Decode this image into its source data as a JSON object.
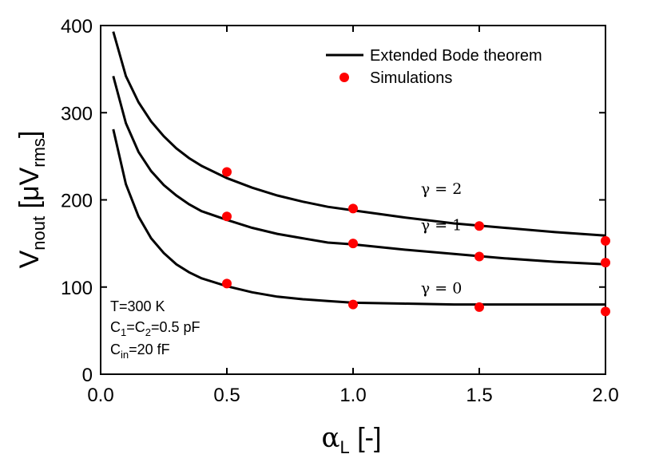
{
  "chart_data": {
    "type": "line",
    "xlim": [
      0,
      2.0
    ],
    "ylim": [
      0,
      400
    ],
    "x_ticks": [
      0,
      0.5,
      1.0,
      1.5,
      2.0
    ],
    "x_tick_labels": [
      "0.0",
      "0.5",
      "1.0",
      "1.5",
      "2.0"
    ],
    "y_ticks": [
      0,
      100,
      200,
      300,
      400
    ],
    "y_tick_labels": [
      "0",
      "100",
      "200",
      "300",
      "400"
    ],
    "xlabel": {
      "main": "α",
      "sub": "L",
      "suffix": " [-]"
    },
    "ylabel": {
      "main": "V",
      "sub": "nout",
      "mid": " [μV",
      "sub2": "rms",
      "suffix": "]"
    },
    "legend": {
      "position": "top-right",
      "line_label": "Extended Bode theorem",
      "marker_label": "Simulations"
    },
    "curves": [
      {
        "label": "γ = 2",
        "x": [
          0.05,
          0.1,
          0.15,
          0.2,
          0.25,
          0.3,
          0.35,
          0.4,
          0.5,
          0.6,
          0.7,
          0.8,
          0.9,
          1.0,
          1.2,
          1.4,
          1.6,
          1.8,
          2.0
        ],
        "y": [
          393,
          342,
          312,
          290,
          273,
          259,
          248,
          239,
          225,
          214,
          205,
          198,
          192,
          188,
          180,
          173,
          168,
          163,
          159
        ]
      },
      {
        "label": "γ = 1",
        "x": [
          0.05,
          0.1,
          0.15,
          0.2,
          0.25,
          0.3,
          0.35,
          0.4,
          0.5,
          0.6,
          0.7,
          0.8,
          0.9,
          1.0,
          1.2,
          1.4,
          1.6,
          1.8,
          2.0
        ],
        "y": [
          342,
          288,
          255,
          233,
          217,
          205,
          195,
          187,
          177,
          168,
          161,
          156,
          151,
          149,
          143,
          138,
          133,
          129,
          126
        ]
      },
      {
        "label": "γ = 0",
        "x": [
          0.05,
          0.1,
          0.15,
          0.2,
          0.25,
          0.3,
          0.35,
          0.4,
          0.5,
          0.6,
          0.7,
          0.8,
          0.9,
          1.0,
          1.2,
          1.4,
          1.6,
          1.8,
          2.0
        ],
        "y": [
          281,
          218,
          181,
          156,
          139,
          126,
          117,
          110,
          101,
          94,
          89,
          86,
          84,
          82,
          81,
          80,
          80,
          80,
          80
        ]
      }
    ],
    "series": [
      {
        "name": "Simulations",
        "group": "γ = 2",
        "x": [
          0.5,
          1.0,
          1.5,
          2.0
        ],
        "y": [
          232,
          190,
          170,
          153
        ]
      },
      {
        "name": "Simulations",
        "group": "γ = 1",
        "x": [
          0.5,
          1.0,
          1.5,
          2.0
        ],
        "y": [
          181,
          150,
          135,
          128
        ]
      },
      {
        "name": "Simulations",
        "group": "γ = 0",
        "x": [
          0.5,
          1.0,
          1.5,
          2.0
        ],
        "y": [
          104,
          80,
          77,
          72
        ]
      }
    ],
    "annotations": {
      "line1": "T=300 K",
      "line2": {
        "a": "C",
        "a_sub": "1",
        "b": "=C",
        "b_sub": "2",
        "c": "=0.5 pF"
      },
      "line3": {
        "a": "C",
        "a_sub": "in",
        "b": "=20 fF"
      }
    },
    "colors": {
      "curve": "#000000",
      "marker": "#ff0000"
    }
  }
}
